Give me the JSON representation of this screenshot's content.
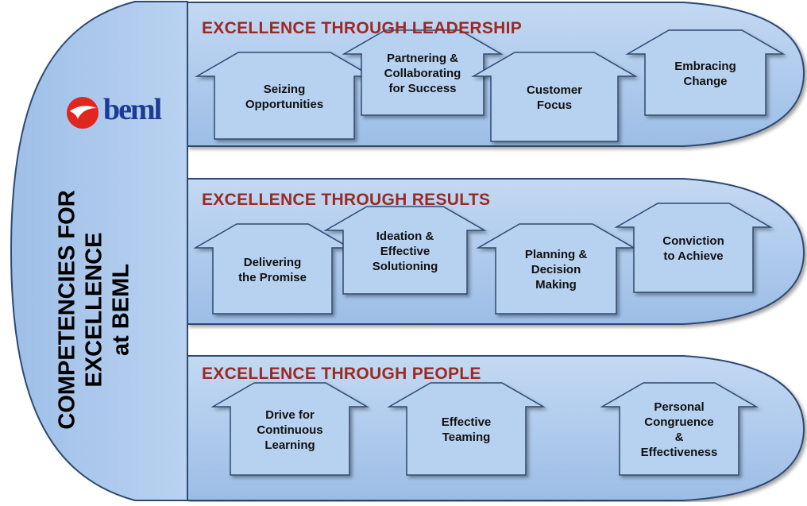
{
  "side_title": {
    "line1": "COMPETENCIES FOR",
    "line2": "EXCELLENCE",
    "line3": "at BEML"
  },
  "logo": {
    "icon": "beml-swoosh-icon",
    "text": "beml"
  },
  "colors": {
    "band_fill": "#a9c7ec",
    "band_stroke": "#2e4a72",
    "title_red": "#9b2a22",
    "house_fill": "#b7d1f0"
  },
  "bands": [
    {
      "title": "EXCELLENCE THROUGH LEADERSHIP",
      "houses": [
        {
          "label": "Seizing\nOpportunities"
        },
        {
          "label": "Partnering &\nCollaborating\nfor Success"
        },
        {
          "label": "Customer\nFocus"
        },
        {
          "label": "Embracing\nChange"
        }
      ]
    },
    {
      "title": "EXCELLENCE THROUGH RESULTS",
      "houses": [
        {
          "label": "Delivering\nthe Promise"
        },
        {
          "label": "Ideation &\nEffective\nSolutioning"
        },
        {
          "label": "Planning &\nDecision\nMaking"
        },
        {
          "label": "Conviction\nto Achieve"
        }
      ]
    },
    {
      "title": "EXCELLENCE THROUGH PEOPLE",
      "houses": [
        {
          "label": "Drive for\nContinuous\nLearning"
        },
        {
          "label": "Effective\nTeaming"
        },
        {
          "label": "Personal\nCongruence\n&\nEffectiveness"
        }
      ]
    }
  ]
}
